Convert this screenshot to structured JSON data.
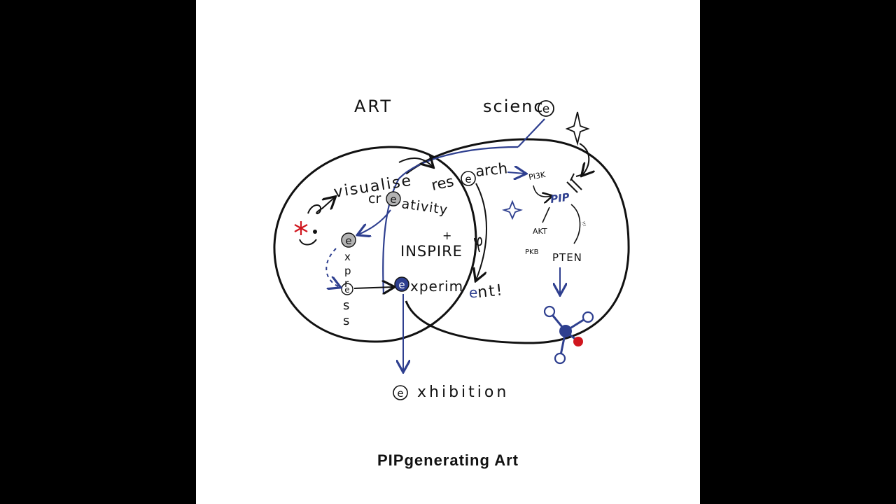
{
  "labels": {
    "art": "ART",
    "science": "scienc",
    "science_e": "e",
    "visualise": "visualise",
    "creativity_pre": "cr",
    "creativity_e": "e",
    "creativity_post": "ativity",
    "research_pre": "res",
    "research_e": "e",
    "research_post": "arch",
    "plus": "+",
    "inspire": "INSPIRE",
    "express_e": "e",
    "express_x": "x",
    "express_p": "p",
    "express_r": "r",
    "express_e2": "e",
    "express_s1": "s",
    "express_s2": "s",
    "experiment_e": "e",
    "experiment_rest": "xperim",
    "experiment_e2": "e",
    "experiment_end": "nt!",
    "pi3k": "PI3K",
    "pip": "PIP",
    "akt": "AKT",
    "pkb": "PKB",
    "pten": "PTEN",
    "exhibition_e": "e",
    "exhibition_rest": "xhibition"
  },
  "caption": "PIPgenerating Art",
  "colors": {
    "ink": "#111111",
    "blue": "#2e3f8f",
    "red": "#d0161e",
    "grey_bubble": "#b3b3b3",
    "navy_bubble": "#2e3f8f",
    "background": "#000000",
    "panel": "#ffffff"
  }
}
